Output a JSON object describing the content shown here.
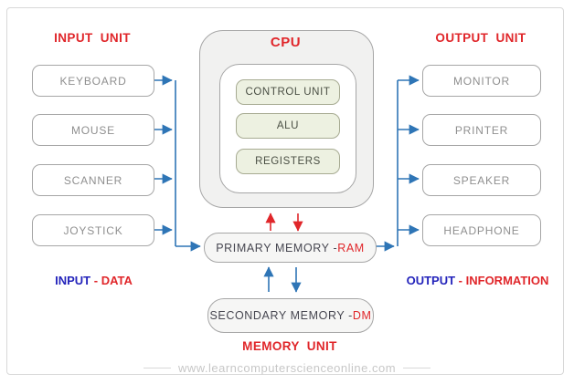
{
  "diagram": {
    "input_unit": {
      "title": "INPUT UNIT",
      "devices": [
        "KEYBOARD",
        "MOUSE",
        "SCANNER",
        "JOYSTICK"
      ],
      "footer": {
        "left": "INPUT",
        "sep": " - ",
        "right": "DATA"
      }
    },
    "cpu": {
      "title": "CPU",
      "components": [
        "CONTROL UNIT",
        "ALU",
        "REGISTERS"
      ]
    },
    "output_unit": {
      "title": "OUTPUT UNIT",
      "devices": [
        "MONITOR",
        "PRINTER",
        "SPEAKER",
        "HEADPHONE"
      ],
      "footer": {
        "left": "OUTPUT",
        "sep": " - ",
        "right": "INFORMATION"
      }
    },
    "memory_unit": {
      "title": "MEMORY UNIT",
      "primary": {
        "label": "PRIMARY MEMORY - ",
        "highlight": "RAM"
      },
      "secondary": {
        "label": "SECONDARY MEMORY - ",
        "highlight": "DM"
      }
    },
    "watermark": "www.learncomputerscienceonline.com",
    "colors": {
      "accent_red": "#e0262a",
      "accent_blue": "#2e75b6",
      "label_navy": "#2424bb",
      "box_border": "#a6a6a6",
      "box_text_gray": "#8f8f8f",
      "cpu_fill": "#f1f1f0",
      "chip_fill": "#edf1e1",
      "chip_border": "#a7ab92",
      "frame_border": "#d8d8d8"
    }
  }
}
